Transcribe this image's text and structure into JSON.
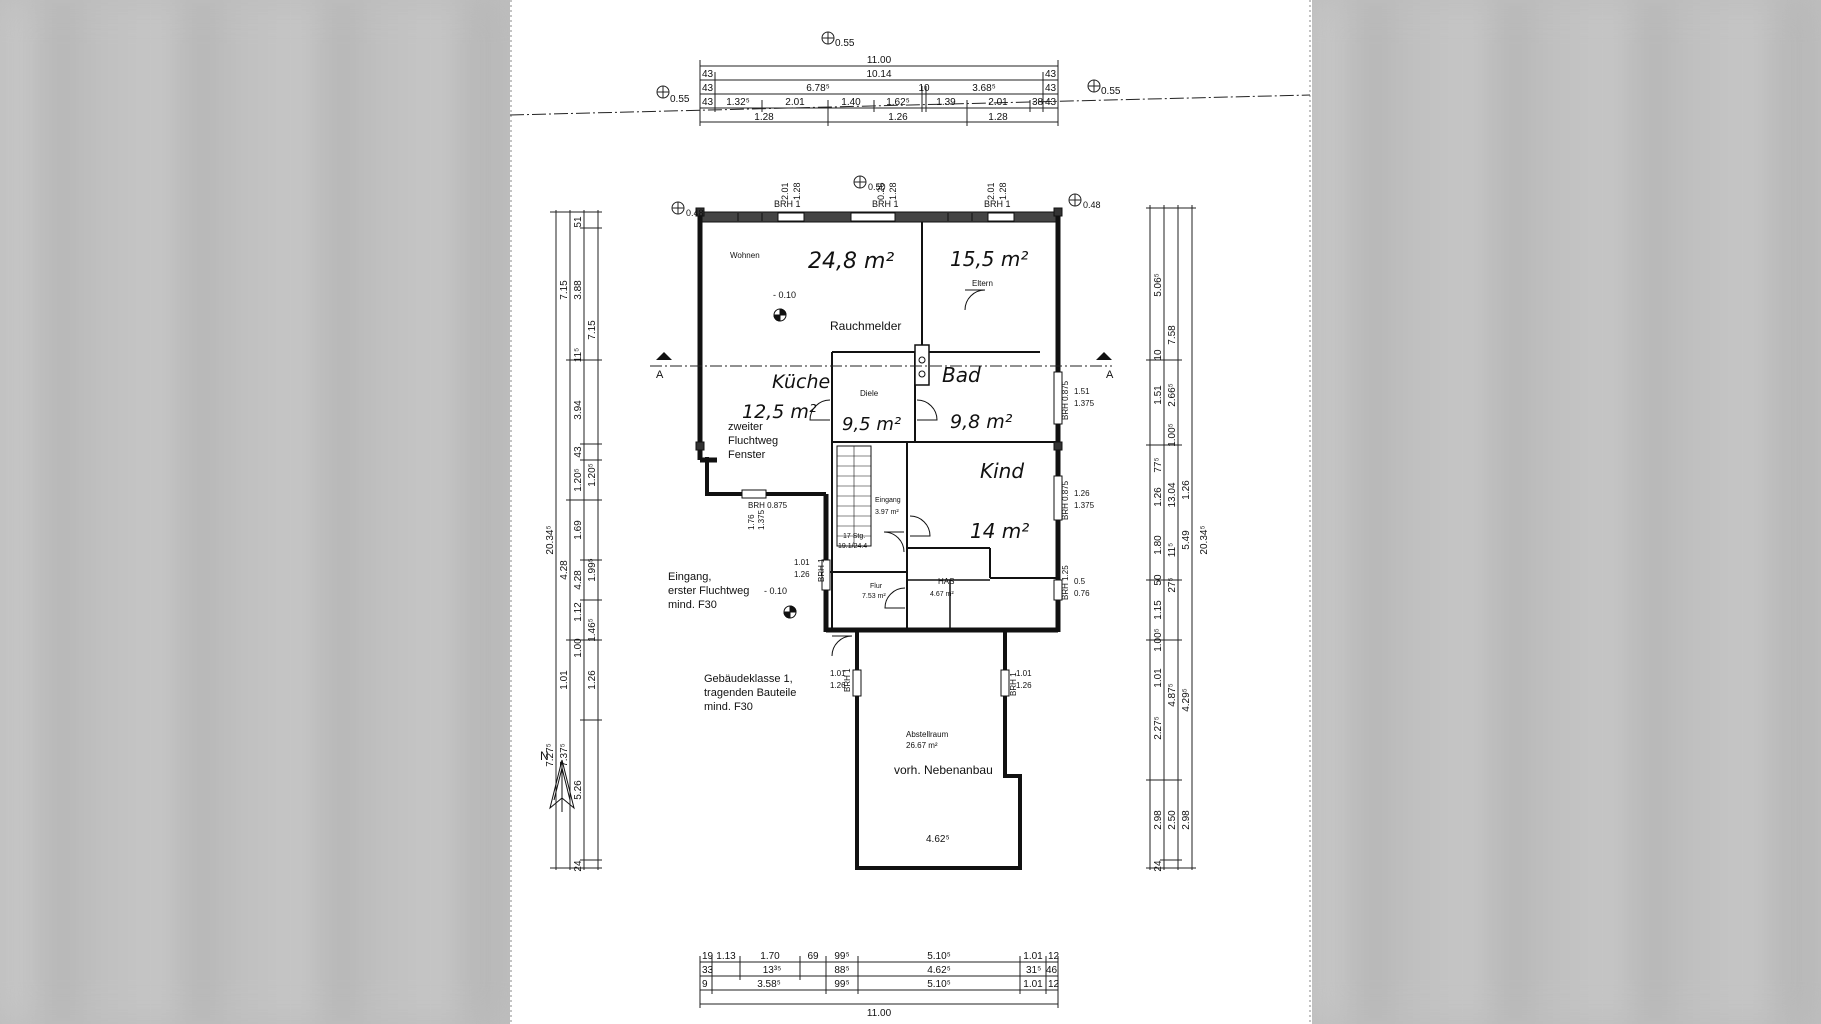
{
  "rooms": {
    "wohnen": {
      "label": "Wohnen",
      "area": "24,8 m²",
      "level": "- 0.10"
    },
    "eltern": {
      "label": "Eltern",
      "area": "15,5 m²"
    },
    "kueche": {
      "label": "Küche",
      "area": "12,5 m²"
    },
    "diele": {
      "label": "Diele",
      "area": "9,5 m²"
    },
    "bad": {
      "label": "Bad",
      "area": "9,8 m²"
    },
    "kind": {
      "label": "Kind",
      "area": "14 m²"
    },
    "eingang": {
      "label": "Eingang",
      "area": "3.97 m²"
    },
    "flur": {
      "label": "Flur",
      "area": "7.53 m²"
    },
    "has": {
      "label": "HAS",
      "area": "4.67 m²"
    },
    "abstellraum": {
      "label": "Abstellraum",
      "area": "26.67 m²",
      "width": "4.62⁵"
    }
  },
  "annotations": {
    "rauchmelder": "Rauchmelder",
    "fluchtweg2_line1": "zweiter",
    "fluchtweg2_line2": "Fluchtweg",
    "fluchtweg2_line3": "Fenster",
    "eingang_line1": "Eingang,",
    "eingang_line2": "erster Fluchtweg",
    "eingang_line3": "mind. F30",
    "eingang_level": "- 0.10",
    "gebaeude_line1": "Gebäudeklasse 1,",
    "gebaeude_line2": "tragenden Bauteile",
    "gebaeude_line3": "mind. F30",
    "nebenanbau": "vorh. Nebenanbau",
    "stairs": "17 Stg.",
    "stairs2": "19.1/24.4",
    "section_a": "A",
    "north": "N"
  },
  "levels": {
    "top_center": "0.55",
    "top_left": "0.55",
    "top_right": "0.55",
    "bld_left": "0.48",
    "bld_right": "0.48",
    "bld_mid": "0.50"
  },
  "windows": {
    "brh1": "BRH 1",
    "w_top_l": "2.01",
    "w_top_l2": "1.28",
    "w_top_m": "0.26",
    "w_top_m2": "1.28",
    "w_top_r": "2.01",
    "w_top_r2": "1.28",
    "w_bad_brh": "BRH 0.875",
    "w_bad_1": "1.51",
    "w_bad_2": "1.375",
    "w_kind_brh": "BRH 0.875",
    "w_kind_1": "1.26",
    "w_kind_2": "1.375",
    "w_kue_brh": "BRH 0.875",
    "w_kue_1": "1.76",
    "w_kue_2": "1.375",
    "w_ein_1": "1.01",
    "w_ein_2": "1.26",
    "w_has_brh": "BRH 1.25",
    "w_has_1": "0.5",
    "w_has_2": "0.76",
    "w_ab_l1": "1.01",
    "w_ab_l2": "1.26",
    "w_ab_r1": "1.01",
    "w_ab_r2": "1.26"
  },
  "dims_top": {
    "total": "11.00",
    "row2": [
      "43",
      "10.14",
      "43"
    ],
    "row3": [
      "43",
      "6.78⁵",
      "10",
      "3.68⁵",
      "43"
    ],
    "row4": [
      "43",
      "1.32⁵",
      "2.01",
      "1.40",
      "1.62⁵",
      "1.39",
      "2.01",
      "38",
      "43"
    ],
    "row5": [
      "1.28",
      "1.26",
      "1.28"
    ]
  },
  "dims_bottom": {
    "row1": [
      "19",
      "1.13",
      "1.70",
      "69",
      "99⁵",
      "5.10⁵",
      "1.01",
      "12"
    ],
    "row2": [
      "33",
      "13³⁵",
      "88⁵",
      "4.62⁵",
      "31⁵",
      "46"
    ],
    "row3": [
      "9",
      "3.58⁵",
      "99⁵",
      "5.10⁵",
      "1.01",
      "12"
    ],
    "total": "11.00"
  },
  "dims_left": {
    "outer": [
      "20.34⁵"
    ],
    "col2": [
      "7.15",
      "4.28",
      "1.01",
      "7.37⁵",
      "7.27⁵"
    ],
    "col3": [
      "51",
      "3.88",
      "11⁵",
      "3.94",
      "43",
      "1.20⁵",
      "1.69",
      "4.28",
      "1.12",
      "1.00",
      "1.26",
      "5.26",
      "24"
    ],
    "col4": [
      "7.15",
      "1.20⁵",
      "1.99⁵",
      "1.46⁵"
    ]
  },
  "dims_right": {
    "outer": [
      "20.34⁵"
    ],
    "col1": [
      "5.06⁵",
      "10",
      "1.51",
      "77⁵",
      "1.26",
      "1.80",
      "50",
      "1.15",
      "1.00⁵",
      "1.01",
      "2.27⁵",
      "2.98",
      "24"
    ],
    "col2": [
      "7.58",
      "2.66⁵",
      "1.00⁵",
      "13.04",
      "11⁵",
      "27⁵",
      "4.87⁵",
      "2.50"
    ],
    "col3": [
      "5.49",
      "1.26",
      "4.29⁵",
      "2.98"
    ]
  }
}
